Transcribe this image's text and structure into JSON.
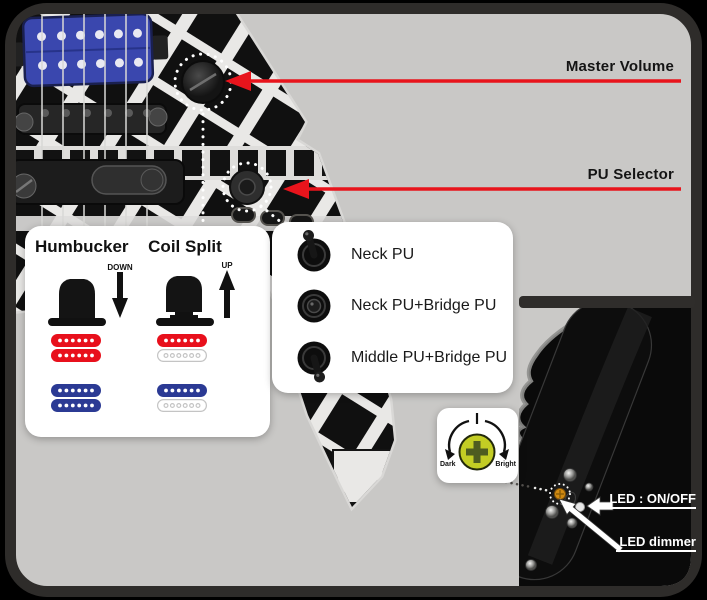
{
  "callouts": {
    "master_volume": "Master Volume",
    "pu_selector": "PU Selector"
  },
  "push_pull_panel": {
    "columns": [
      {
        "title": "Humbucker",
        "direction_label": "DOWN",
        "knob_state": "pushed-down",
        "pickups": [
          {
            "style": "humbucker",
            "color": "red"
          },
          {
            "style": "humbucker",
            "color": "blue"
          }
        ]
      },
      {
        "title": "Coil Split",
        "direction_label": "UP",
        "knob_state": "pulled-up",
        "pickups": [
          {
            "style": "split-coil",
            "color": "red"
          },
          {
            "style": "split-coil",
            "color": "blue"
          }
        ]
      }
    ]
  },
  "selector_panel": {
    "options": [
      {
        "switch_position": "up",
        "label": "Neck PU"
      },
      {
        "switch_position": "center",
        "label": "Neck PU+Bridge PU"
      },
      {
        "switch_position": "down",
        "label": "Middle PU+Bridge PU"
      }
    ]
  },
  "dimmer_panel": {
    "min_label": "Dark",
    "max_label": "Bright"
  },
  "inset": {
    "led_switch_label": "LED : ON/OFF",
    "led_dimmer_label": "LED dimmer"
  },
  "colors": {
    "callout_arrow_red": "#e8141c",
    "pickup_red": "#e8101c",
    "pickup_blue": "#2b3a94",
    "neck_pickup_blue": "#3a47ae",
    "dimmer_dial_yellow": "#c3cd24",
    "led_pot_orange": "#d18a12"
  }
}
